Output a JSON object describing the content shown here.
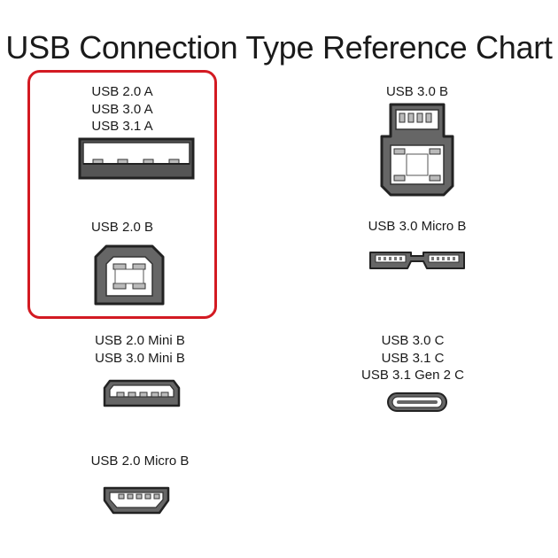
{
  "title": "USB Connection Type Reference Chart",
  "highlight_color": "#d31a22",
  "connectors": {
    "usb_a": {
      "icon": "usb-a-connector-icon",
      "labels": [
        "USB 2.0 A",
        "USB 3.0 A",
        "USB 3.1 A"
      ]
    },
    "usb_b": {
      "icon": "usb-b-connector-icon",
      "labels": [
        "USB 2.0 B"
      ]
    },
    "usb3_b": {
      "icon": "usb-3-b-connector-icon",
      "labels": [
        "USB 3.0 B"
      ]
    },
    "usb3_micro_b": {
      "icon": "usb-3-micro-b-connector-icon",
      "labels": [
        "USB 3.0 Micro B"
      ]
    },
    "mini_b": {
      "icon": "usb-mini-b-connector-icon",
      "labels": [
        "USB 2.0 Mini B",
        "USB 3.0 Mini B"
      ]
    },
    "usb_c": {
      "icon": "usb-c-connector-icon",
      "labels": [
        "USB 3.0 C",
        "USB 3.1 C",
        "USB 3.1 Gen 2 C"
      ]
    },
    "micro_b": {
      "icon": "usb-micro-b-connector-icon",
      "labels": [
        "USB 2.0 Micro B"
      ]
    }
  }
}
